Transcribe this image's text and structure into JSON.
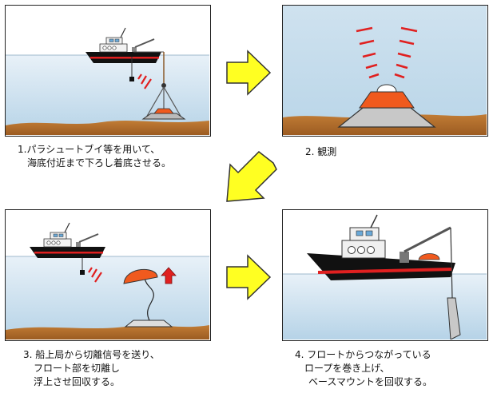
{
  "steps": [
    {
      "caption_line1": "1.パラシュートブイ等を用いて、",
      "caption_line2": "海底付近まで下ろし着底させる。"
    },
    {
      "caption_line1": "2. 観測"
    },
    {
      "caption_line1": "3. 船上局から切離信号を送り、",
      "caption_line2": "フロート部を切離し",
      "caption_line3": "浮上させ回収する。"
    },
    {
      "caption_line1": "4. フロートからつながっている",
      "caption_line2": "ロープを巻き上げ、",
      "caption_line3": "ベースマウントを回収する。"
    }
  ],
  "colors": {
    "sky": "#ffffff",
    "water_top": "#e6f0f7",
    "water_bottom": "#b9d5e8",
    "seabed": "#b8742f",
    "float": "#f05a1e",
    "arrow_fill": "#ffff22",
    "hull": "#111111",
    "hull_stripe": "#e02020"
  }
}
